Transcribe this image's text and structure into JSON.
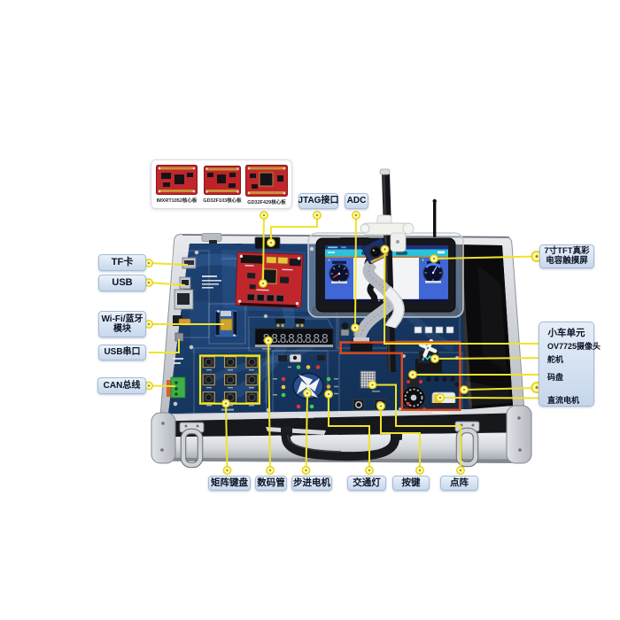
{
  "image_type": "annotated product photo",
  "subject": "embedded development training platform in aluminum carry case",
  "colors": {
    "background": "#ffffff",
    "annotation_yellow": "#f0e32b",
    "highlight_red": "#e04a18",
    "label_background": "#d6e3f2",
    "label_text": "#0d1326",
    "pcb_blue": "#16365f",
    "core_board_red": "#c0272c",
    "case_silver": "#d6d9de",
    "foam_black": "#0b0b0d",
    "screen_cyan": "#2cc3da",
    "screen_panel_blue": "#4166d6"
  },
  "core_board_panel": {
    "boards": [
      {
        "caption": "IMXRT1052核心板"
      },
      {
        "caption": "GD32F103核心板"
      },
      {
        "caption": "GD32F429核心板"
      }
    ]
  },
  "callouts": {
    "tf_card": {
      "label": "TF卡"
    },
    "usb": {
      "label": "USB"
    },
    "wifi_bt": {
      "line1": "Wi-Fi/蓝牙",
      "line2": "模块"
    },
    "usb_serial": {
      "label": "USB串口"
    },
    "can_bus": {
      "label": "CAN总线"
    },
    "jtag": {
      "label": "JTAG接口"
    },
    "adc": {
      "label": "ADC"
    },
    "tft": {
      "line1": "7寸TFT真彩",
      "line2": "电容触摸屏"
    },
    "car_unit": {
      "title": "小车单元",
      "items": [
        "OV7725摄像头",
        "舵机",
        "码盘",
        "直流电机"
      ]
    },
    "matrix_keypad": {
      "label": "矩阵键盘"
    },
    "digit_display": {
      "label": "数码管"
    },
    "stepper_motor": {
      "label": "步进电机"
    },
    "traffic_light": {
      "label": "交通灯"
    },
    "keys": {
      "label": "按键"
    },
    "dot_matrix": {
      "label": "点阵"
    }
  },
  "board": {
    "seven_segment_value": "8.8.8.8.8.8.8.8"
  }
}
